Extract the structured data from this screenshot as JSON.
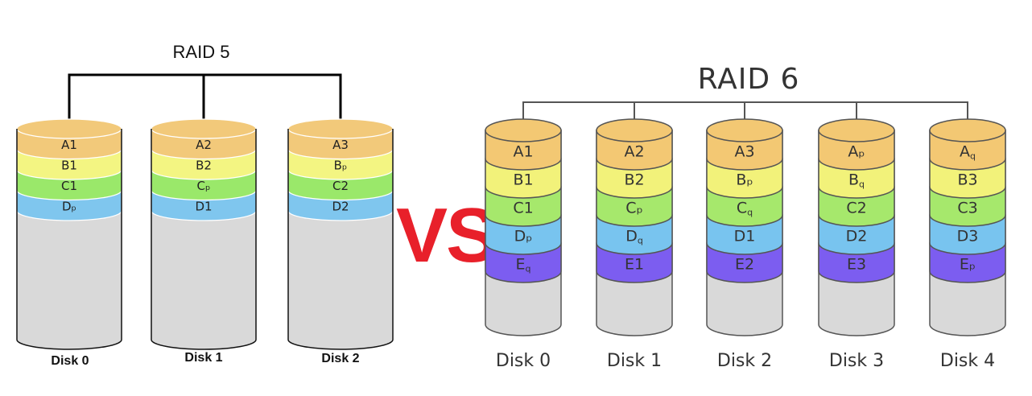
{
  "raid5": {
    "title": "RAID 5",
    "colors": {
      "A": "#f2c97a",
      "B": "#f3f582",
      "C": "#9ae86a",
      "D": "#7fc6ee",
      "empty": "#d9d9d9"
    },
    "disks": [
      {
        "label": "Disk 0",
        "blocks": [
          {
            "row": "A",
            "text": "A1"
          },
          {
            "row": "B",
            "text": "B1"
          },
          {
            "row": "C",
            "text": "C1"
          },
          {
            "row": "D",
            "text": "Dₚ"
          }
        ]
      },
      {
        "label": "Disk 1",
        "blocks": [
          {
            "row": "A",
            "text": "A2"
          },
          {
            "row": "B",
            "text": "B2"
          },
          {
            "row": "C",
            "text": "Cₚ"
          },
          {
            "row": "D",
            "text": "D1"
          }
        ]
      },
      {
        "label": "Disk 2",
        "blocks": [
          {
            "row": "A",
            "text": "A3"
          },
          {
            "row": "B",
            "text": "Bₚ"
          },
          {
            "row": "C",
            "text": "C2"
          },
          {
            "row": "D",
            "text": "D2"
          }
        ]
      }
    ]
  },
  "vs_text": "VS",
  "raid6": {
    "title": "RAID 6",
    "colors": {
      "A": "#f3c873",
      "B": "#f2f27a",
      "C": "#a6e86c",
      "D": "#78c4ef",
      "E": "#7c5df0",
      "empty": "#d9d9d9"
    },
    "disks": [
      {
        "label": "Disk 0",
        "blocks": [
          {
            "row": "A",
            "text": "A1"
          },
          {
            "row": "B",
            "text": "B1"
          },
          {
            "row": "C",
            "text": "C1"
          },
          {
            "row": "D",
            "text": "Dₚ"
          },
          {
            "row": "E",
            "text": "E_q"
          }
        ]
      },
      {
        "label": "Disk 1",
        "blocks": [
          {
            "row": "A",
            "text": "A2"
          },
          {
            "row": "B",
            "text": "B2"
          },
          {
            "row": "C",
            "text": "Cₚ"
          },
          {
            "row": "D",
            "text": "D_q"
          },
          {
            "row": "E",
            "text": "E1"
          }
        ]
      },
      {
        "label": "Disk 2",
        "blocks": [
          {
            "row": "A",
            "text": "A3"
          },
          {
            "row": "B",
            "text": "Bₚ"
          },
          {
            "row": "C",
            "text": "C_q"
          },
          {
            "row": "D",
            "text": "D1"
          },
          {
            "row": "E",
            "text": "E2"
          }
        ]
      },
      {
        "label": "Disk 3",
        "blocks": [
          {
            "row": "A",
            "text": "Aₚ"
          },
          {
            "row": "B",
            "text": "B_q"
          },
          {
            "row": "C",
            "text": "C2"
          },
          {
            "row": "D",
            "text": "D2"
          },
          {
            "row": "E",
            "text": "E3"
          }
        ]
      },
      {
        "label": "Disk 4",
        "blocks": [
          {
            "row": "A",
            "text": "A_q"
          },
          {
            "row": "B",
            "text": "B3"
          },
          {
            "row": "C",
            "text": "C3"
          },
          {
            "row": "D",
            "text": "D3"
          },
          {
            "row": "E",
            "text": "Eₚ"
          }
        ]
      }
    ]
  }
}
